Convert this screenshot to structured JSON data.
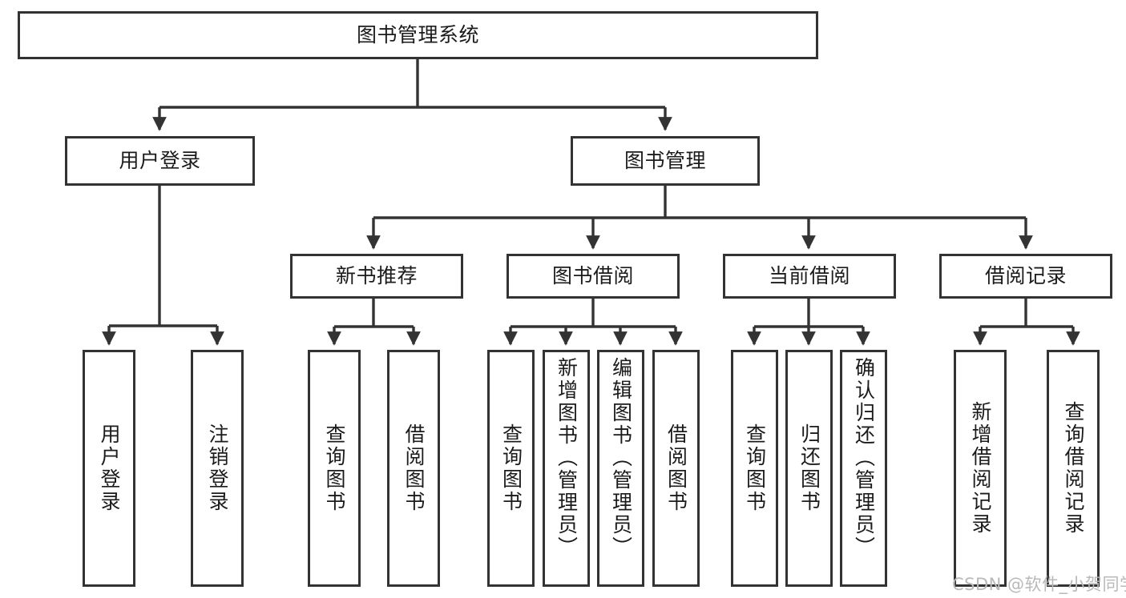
{
  "diagram": {
    "type": "tree-hierarchy-chart",
    "title": "图书管理系统",
    "line_color": "#333333",
    "box_fill": "#ffffff",
    "text_color": "#1b1b1b",
    "watermark": "CSDN @软件_小贺同学"
  },
  "nodes": {
    "root": {
      "label": "图书管理系统"
    },
    "level2": [
      {
        "id": "user-login",
        "label": "用户登录"
      },
      {
        "id": "book-management",
        "label": "图书管理"
      }
    ],
    "level3": [
      {
        "id": "new-book-recommend",
        "label": "新书推荐"
      },
      {
        "id": "book-borrow",
        "label": "图书借阅"
      },
      {
        "id": "current-borrow",
        "label": "当前借阅"
      },
      {
        "id": "borrow-record",
        "label": "借阅记录"
      }
    ],
    "leaves": {
      "user-login": [
        {
          "id": "leaf-user-login",
          "label": "用户登录"
        },
        {
          "id": "leaf-logout",
          "label": "注销登录"
        }
      ],
      "new-book-recommend": [
        {
          "id": "leaf-query-book-1",
          "label": "查询图书"
        },
        {
          "id": "leaf-borrow-book-1",
          "label": "借阅图书"
        }
      ],
      "book-borrow": [
        {
          "id": "leaf-query-book-2",
          "label": "查询图书"
        },
        {
          "id": "leaf-add-book",
          "label": "新增图书（管理员）"
        },
        {
          "id": "leaf-edit-book",
          "label": "编辑图书（管理员）"
        },
        {
          "id": "leaf-borrow-book-2",
          "label": "借阅图书"
        }
      ],
      "current-borrow": [
        {
          "id": "leaf-query-book-3",
          "label": "查询图书"
        },
        {
          "id": "leaf-return-book",
          "label": "归还图书"
        },
        {
          "id": "leaf-confirm-return",
          "label": "确认归还（管理员）"
        }
      ],
      "borrow-record": [
        {
          "id": "leaf-add-record",
          "label": "新增借阅记录"
        },
        {
          "id": "leaf-query-record",
          "label": "查询借阅记录"
        }
      ]
    }
  },
  "chart_data": {
    "type": "tree",
    "title": "图书管理系统",
    "root": "图书管理系统",
    "edges": [
      {
        "from": "图书管理系统",
        "to": "用户登录"
      },
      {
        "from": "图书管理系统",
        "to": "图书管理"
      },
      {
        "from": "用户登录",
        "to": "用户登录"
      },
      {
        "from": "用户登录",
        "to": "注销登录"
      },
      {
        "from": "图书管理",
        "to": "新书推荐"
      },
      {
        "from": "图书管理",
        "to": "图书借阅"
      },
      {
        "from": "图书管理",
        "to": "当前借阅"
      },
      {
        "from": "图书管理",
        "to": "借阅记录"
      },
      {
        "from": "新书推荐",
        "to": "查询图书"
      },
      {
        "from": "新书推荐",
        "to": "借阅图书"
      },
      {
        "from": "图书借阅",
        "to": "查询图书"
      },
      {
        "from": "图书借阅",
        "to": "新增图书（管理员）"
      },
      {
        "from": "图书借阅",
        "to": "编辑图书（管理员）"
      },
      {
        "from": "图书借阅",
        "to": "借阅图书"
      },
      {
        "from": "当前借阅",
        "to": "查询图书"
      },
      {
        "from": "当前借阅",
        "to": "归还图书"
      },
      {
        "from": "当前借阅",
        "to": "确认归还（管理员）"
      },
      {
        "from": "借阅记录",
        "to": "新增借阅记录"
      },
      {
        "from": "借阅记录",
        "to": "查询借阅记录"
      }
    ],
    "depth": 4,
    "node_count": 20
  }
}
